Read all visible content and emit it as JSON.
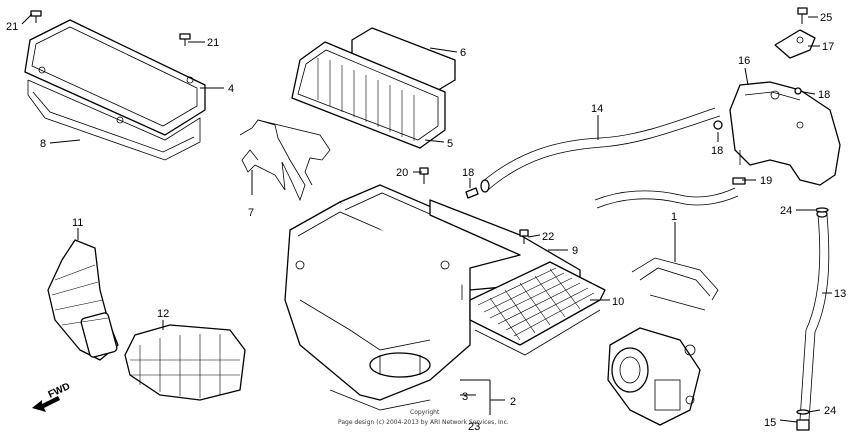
{
  "diagram": {
    "copyright_line1": "Copyright",
    "copyright_line2": "Page design (c) 2004-2013 by ARI Network Services, Inc.",
    "fwd_label": "FWD",
    "callouts": [
      {
        "id": "c1",
        "label": "1"
      },
      {
        "id": "c2",
        "label": "2"
      },
      {
        "id": "c3",
        "label": "3"
      },
      {
        "id": "c4",
        "label": "4"
      },
      {
        "id": "c5",
        "label": "5"
      },
      {
        "id": "c6",
        "label": "6"
      },
      {
        "id": "c7",
        "label": "7"
      },
      {
        "id": "c8",
        "label": "8"
      },
      {
        "id": "c9",
        "label": "9"
      },
      {
        "id": "c10",
        "label": "10"
      },
      {
        "id": "c11",
        "label": "11"
      },
      {
        "id": "c12",
        "label": "12"
      },
      {
        "id": "c13",
        "label": "13"
      },
      {
        "id": "c14",
        "label": "14"
      },
      {
        "id": "c15",
        "label": "15"
      },
      {
        "id": "c16",
        "label": "16"
      },
      {
        "id": "c17",
        "label": "17"
      },
      {
        "id": "c18a",
        "label": "18"
      },
      {
        "id": "c18b",
        "label": "18"
      },
      {
        "id": "c18c",
        "label": "18"
      },
      {
        "id": "c19",
        "label": "19"
      },
      {
        "id": "c20",
        "label": "20"
      },
      {
        "id": "c21a",
        "label": "21"
      },
      {
        "id": "c21b",
        "label": "21"
      },
      {
        "id": "c22",
        "label": "22"
      },
      {
        "id": "c23",
        "label": "23"
      },
      {
        "id": "c24a",
        "label": "24"
      },
      {
        "id": "c24b",
        "label": "24"
      },
      {
        "id": "c25",
        "label": "25"
      }
    ]
  }
}
